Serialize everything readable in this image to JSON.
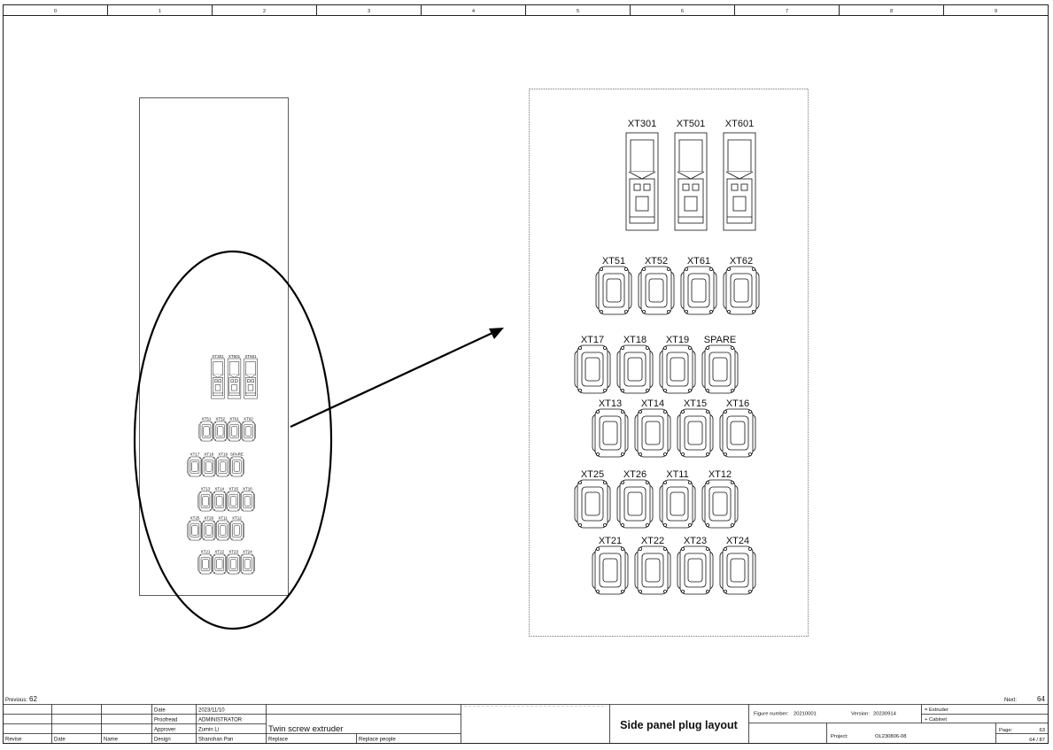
{
  "sheet": {
    "columns": [
      "0",
      "1",
      "2",
      "3",
      "4",
      "5",
      "6",
      "7",
      "8",
      "9"
    ],
    "previous_label": "Previous:",
    "previous_value": "62",
    "next_label": "Next:",
    "next_value": "64"
  },
  "overview": {
    "rows": [
      [
        "XT301",
        "XT501",
        "XT601"
      ],
      [
        "XT51",
        "XT52",
        "XT61",
        "XT62"
      ],
      [
        "XT17",
        "XT18",
        "XT19",
        "SPARE"
      ],
      [
        "XT13",
        "XT14",
        "XT15",
        "XT16"
      ],
      [
        "XT25",
        "XT26",
        "XT11",
        "XT12"
      ],
      [
        "XT21",
        "XT22",
        "XT23",
        "XT24"
      ]
    ]
  },
  "detail": {
    "rows": [
      [
        "XT301",
        "XT501",
        "XT601"
      ],
      [
        "XT51",
        "XT52",
        "XT61",
        "XT62"
      ],
      [
        "XT17",
        "XT18",
        "XT19",
        "SPARE"
      ],
      [
        "XT13",
        "XT14",
        "XT15",
        "XT16"
      ],
      [
        "XT25",
        "XT26",
        "XT11",
        "XT12"
      ],
      [
        "XT21",
        "XT22",
        "XT23",
        "XT24"
      ]
    ]
  },
  "titleblock": {
    "date_label": "Date",
    "date_value": "2023/11/10",
    "proofread_label": "Proofread",
    "proofread_value": "ADMINISTRATOR",
    "approver_label": "Approver",
    "approver_value": "Zumin Li",
    "design_label": "Design",
    "design_value": "Shanshan Pan",
    "revise_label": "Revise",
    "col_date_label": "Date",
    "col_name_label": "Name",
    "project_name": "Twin screw extruder",
    "replace_label": "Replace",
    "replace_people_label": "Replace people",
    "drawing_title": "Side panel plug layout",
    "figure_label": "Figure number:",
    "figure_value": "20210001",
    "version_label": "Version:",
    "version_value": "20230914",
    "extruder_label": "= Extruder",
    "cabinet_label": "+ Cabinet",
    "project_label": "Project:",
    "project_value": "OL230806-08",
    "page_label": "Page:",
    "page_value": "63",
    "page_total": "64 / 87"
  }
}
